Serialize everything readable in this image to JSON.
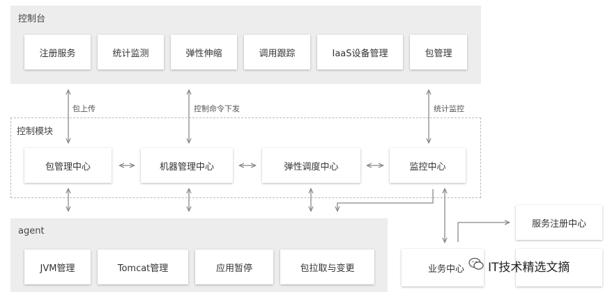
{
  "console": {
    "title": "控制台",
    "items": [
      "注册服务",
      "统计监测",
      "弹性伸缩",
      "调用跟踪",
      "IaaS设备管理",
      "包管理"
    ]
  },
  "control_module": {
    "title": "控制模块",
    "items": [
      "包管理中心",
      "机器管理中心",
      "弹性调度中心",
      "监控中心"
    ]
  },
  "agent": {
    "title": "agent",
    "items": [
      "JVM管理",
      "Tomcat管理",
      "应用暂停",
      "包拉取与变更"
    ]
  },
  "arrow_labels": {
    "package_upload": "包上传",
    "control_command": "控制命令下发",
    "stats_monitor": "统计监控"
  },
  "business_center": "业务中心",
  "service_registry": "服务注册中心",
  "watermark": "IT技术精选文摘",
  "colors": {
    "panel": "#ededed",
    "arrow": "#888888",
    "dashed": "#b8b8b8"
  }
}
